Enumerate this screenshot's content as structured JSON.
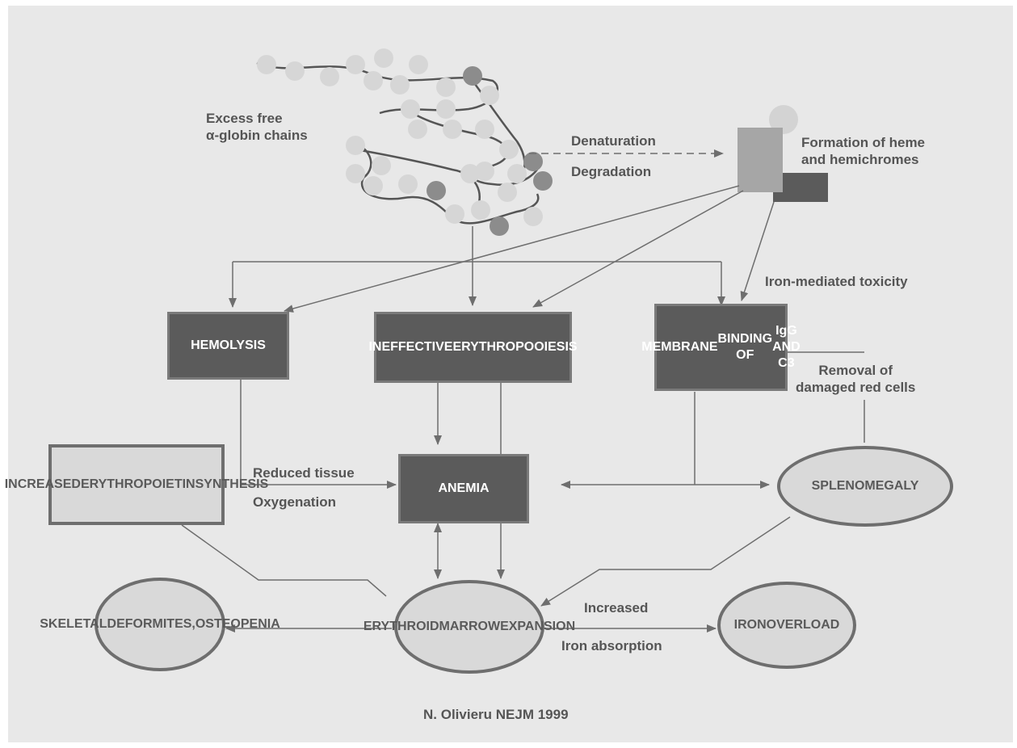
{
  "colors": {
    "background": "#e8e8e8",
    "dark_box": "#5b5b5b",
    "light_fill": "#d9d9d9",
    "line": "#6e6e6e",
    "text": "#555555"
  },
  "labels": {
    "globin_chains": [
      "Excess free",
      "α-globin chains"
    ],
    "denaturation": "Denaturation",
    "degradation": "Degradation",
    "heme_formation": [
      "Formation of heme",
      "and hemichromes"
    ],
    "iron_toxicity": "Iron-mediated toxicity",
    "removal": [
      "Removal of",
      "damaged red cells"
    ],
    "reduced_tissue": "Reduced tissue",
    "oxygenation": "Oxygenation",
    "increased": "Increased",
    "iron_absorption": "Iron absorption",
    "citation": "N. Olivieru NEJM 1999"
  },
  "boxes": {
    "hemolysis": [
      "HEMOLYSIS"
    ],
    "ineffective": [
      "INEFFECTIVE",
      "ERYTHROPOOIESIS"
    ],
    "membrane": [
      "MEMBRANE",
      "BINDING OF",
      "IgG AND C3"
    ],
    "anemia": [
      "ANEMIA"
    ],
    "epo": [
      "INCREASED",
      "ERYTHROPOIETIN",
      "SYNTHESIS"
    ]
  },
  "ovals": {
    "splenomegaly": [
      "SPLENOMEGALY"
    ],
    "erythroid": [
      "ERYTHROID",
      "MARROW",
      "EXPANSION"
    ],
    "skeletal": [
      "SKELETAL",
      "DEFORMITES,",
      "OSTEOPENIA"
    ],
    "iron_overload": [
      "IRON",
      "OVERLOAD"
    ]
  }
}
